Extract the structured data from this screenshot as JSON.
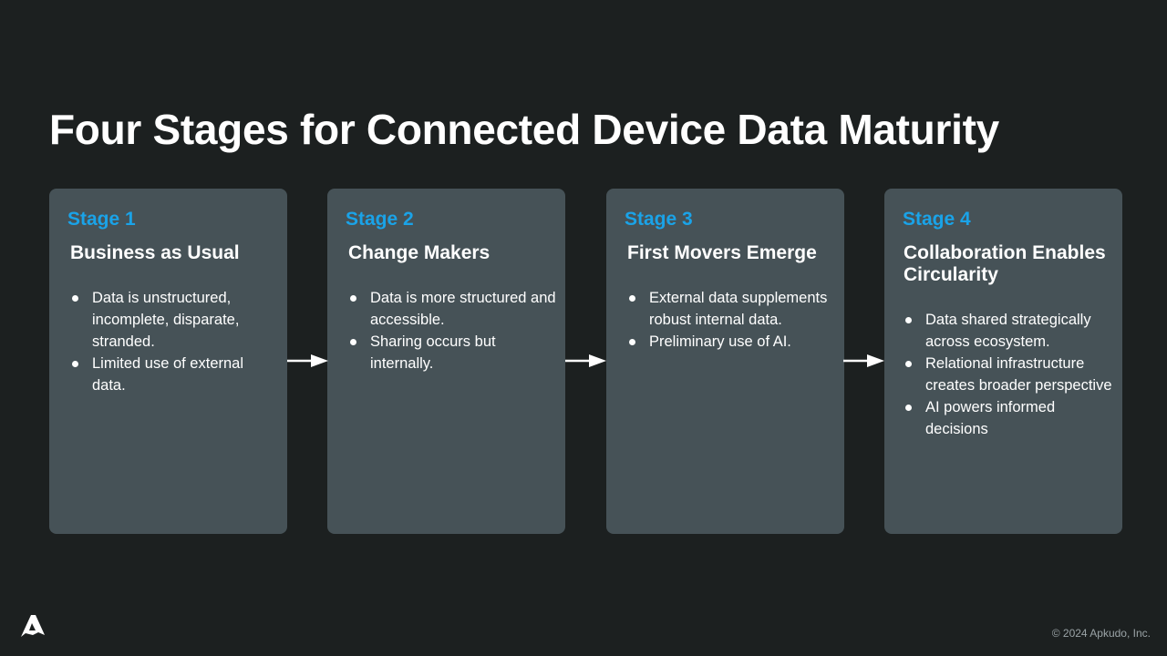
{
  "title": "Four Stages for Connected Device Data Maturity",
  "stages": [
    {
      "label": "Stage 1",
      "heading": "Business as Usual",
      "bullets": [
        "Data is unstructured, incomplete, disparate, stranded.",
        "Limited use of external data."
      ]
    },
    {
      "label": "Stage 2",
      "heading": "Change Makers",
      "bullets": [
        "Data is more structured and accessible.",
        "Sharing occurs but internally."
      ]
    },
    {
      "label": "Stage 3",
      "heading": "First Movers Emerge",
      "bullets": [
        "External data supplements robust internal data.",
        "Preliminary use of AI."
      ]
    },
    {
      "label": "Stage 4",
      "heading": "Collaboration Enables Circularity",
      "bullets": [
        "Data shared strategically across ecosystem.",
        "Relational infrastructure creates broader perspective",
        "AI powers informed decisions"
      ]
    }
  ],
  "footer": {
    "copyright": "© 2024 Apkudo, Inc."
  },
  "icons": {
    "logo": "apkudo-logo-icon",
    "arrow": "arrow-right-icon"
  },
  "colors": {
    "background": "#1c2020",
    "card": "#465257",
    "stage_label": "#1aa3e8",
    "text": "#ffffff"
  }
}
